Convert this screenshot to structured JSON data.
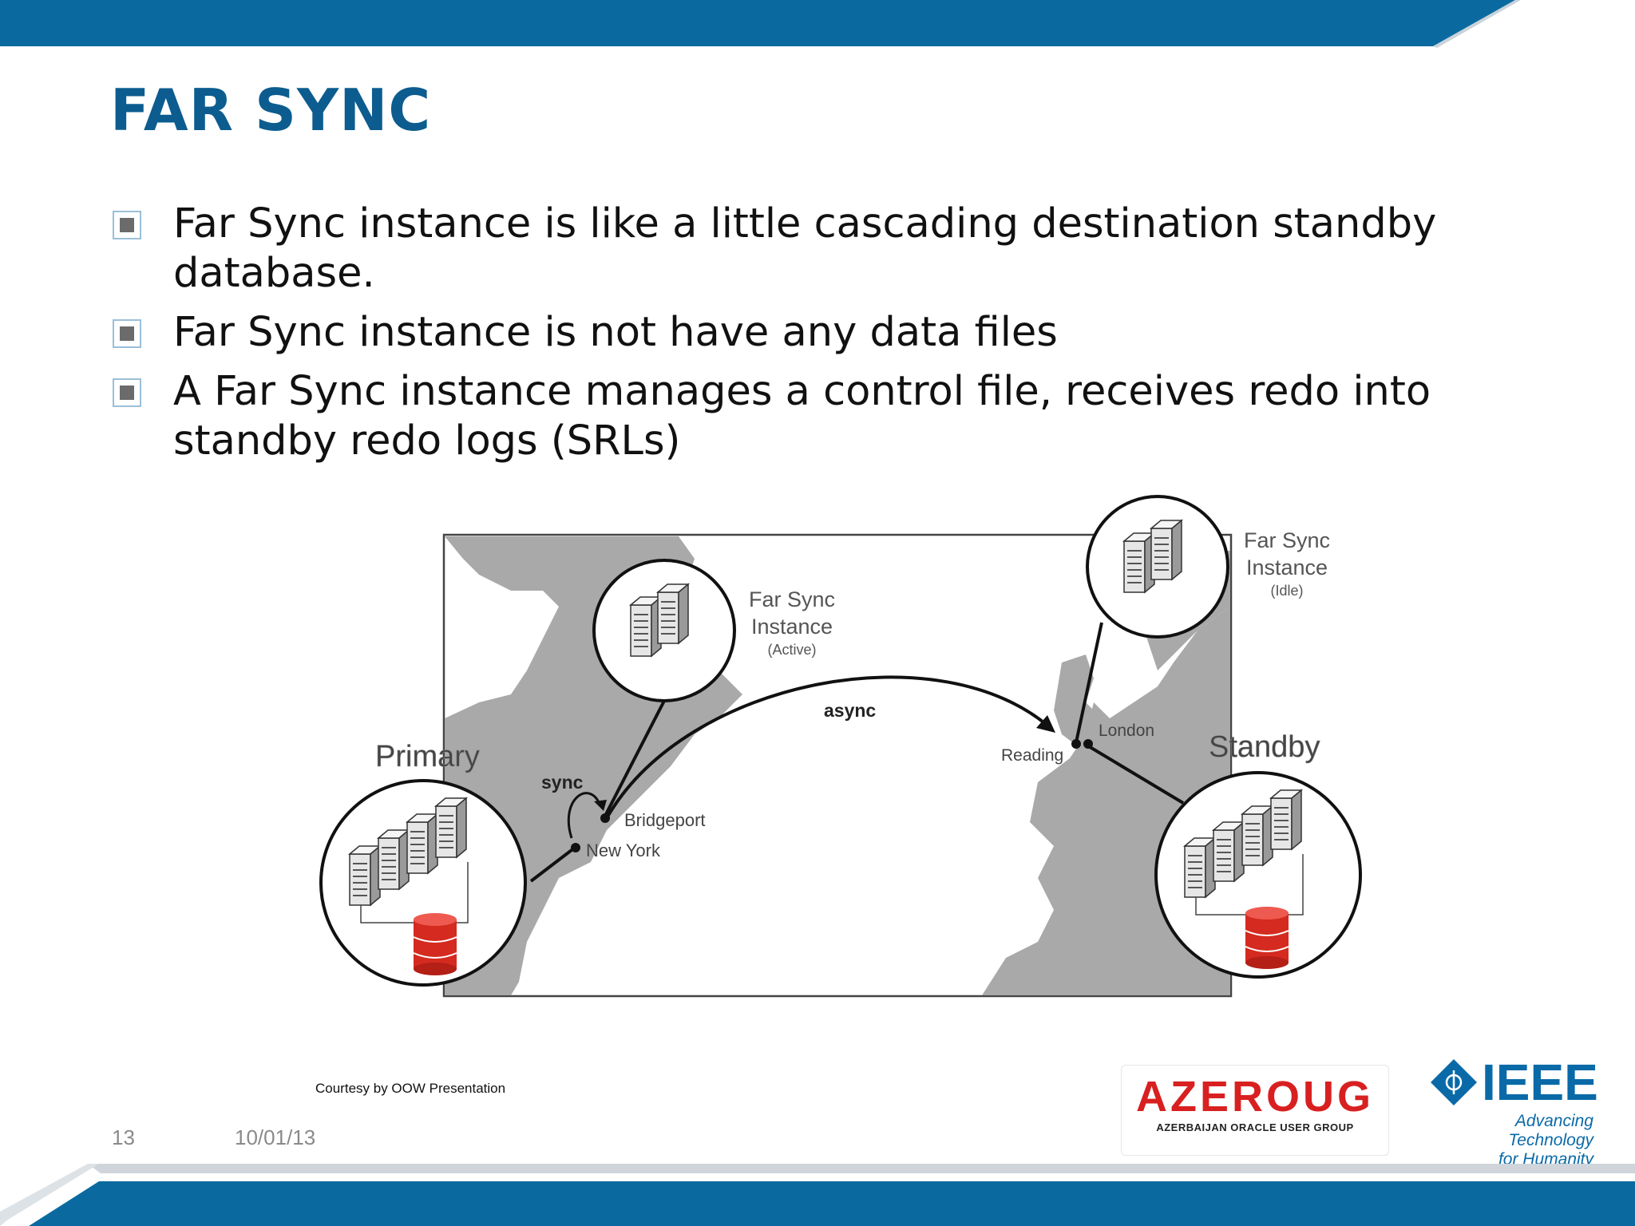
{
  "slide": {
    "title": "FAR SYNC",
    "bullets": [
      "Far Sync instance is like a little cascading destination standby database.",
      "Far Sync instance is not have any data files",
      "A Far Sync instance manages a control file, receives redo into standby redo logs (SRLs)"
    ],
    "courtesy": "Courtesy by OOW Presentation",
    "slide_number": "13",
    "date": "10/01/13"
  },
  "diagram": {
    "primary_label": "Primary",
    "standby_label": "Standby",
    "farsync_active": {
      "line1": "Far Sync",
      "line2": "Instance",
      "state": "(Active)"
    },
    "farsync_idle": {
      "line1": "Far Sync",
      "line2": "Instance",
      "state": "(Idle)"
    },
    "sync_label": "sync",
    "async_label": "async",
    "cities": {
      "bridgeport": "Bridgeport",
      "new_york": "New York",
      "reading": "Reading",
      "london": "London"
    }
  },
  "logos": {
    "azeroug_name": "AZEROUG",
    "azeroug_sub": "AZERBAIJAN ORACLE USER GROUP",
    "ieee_name": "IEEE",
    "ieee_tag_line1": "Advancing Technology",
    "ieee_tag_line2": "for Humanity"
  },
  "colors": {
    "brand_blue": "#0c5c8f",
    "bar_blue": "#0a6aa0",
    "map_gray": "#a9a9a9",
    "db_red": "#d42a1f"
  }
}
